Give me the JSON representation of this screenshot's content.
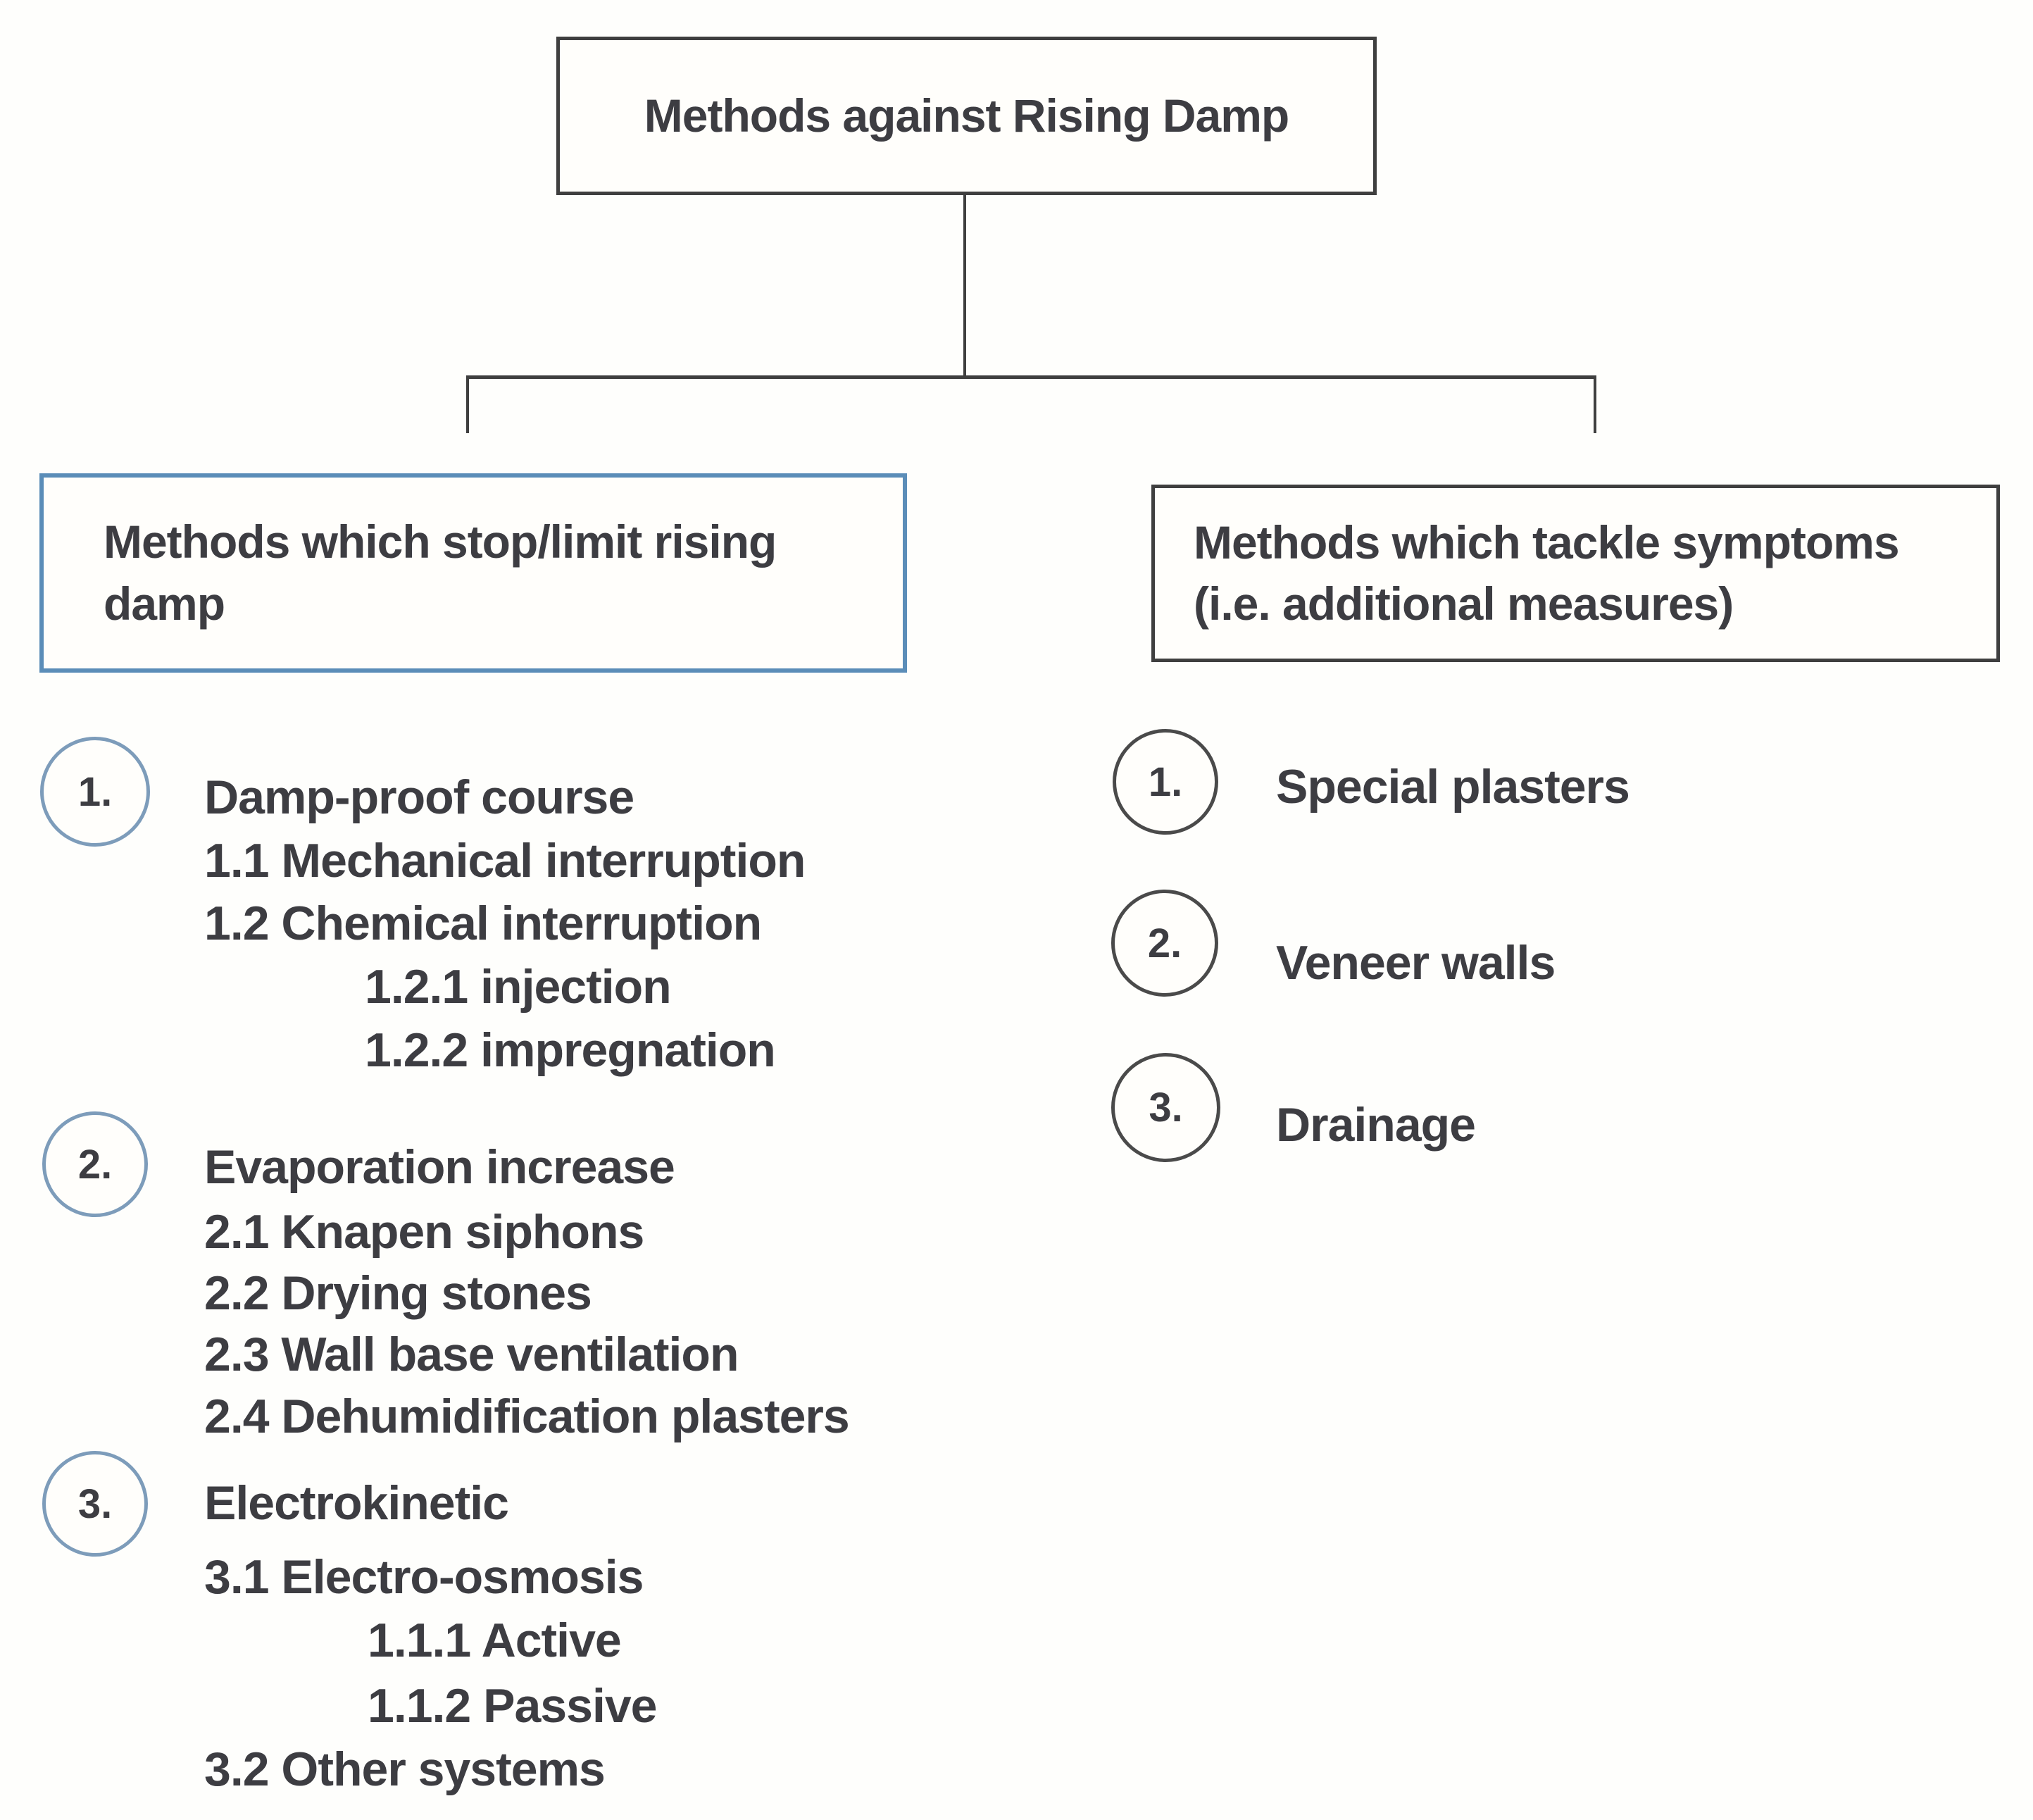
{
  "title_box": {
    "label": "Methods against Rising Damp"
  },
  "left_branch": {
    "box_label": "Methods which stop/limit rising damp",
    "sections": [
      {
        "num": "1.",
        "title": "Damp-proof course",
        "lines": [
          "1.1 Mechanical interruption",
          "1.2 Chemical interruption",
          "1.2.1 injection",
          "1.2.2 impregnation"
        ]
      },
      {
        "num": "2.",
        "title": "Evaporation increase",
        "lines": [
          "2.1 Knapen siphons",
          "2.2 Drying stones",
          "2.3 Wall base ventilation",
          "2.4 Dehumidification plasters"
        ]
      },
      {
        "num": "3.",
        "title": "Electrokinetic",
        "lines": [
          "3.1 Electro-osmosis",
          "1.1.1 Active",
          "1.1.2 Passive",
          "3.2 Other systems"
        ]
      }
    ]
  },
  "right_branch": {
    "box_label": "Methods which tackle symptoms (i.e. additional measures)",
    "items": [
      {
        "num": "1.",
        "label": "Special plasters"
      },
      {
        "num": "2.",
        "label": "Veneer walls"
      },
      {
        "num": "3.",
        "label": "Drainage"
      }
    ]
  },
  "colors": {
    "outline": "#3f3f3f",
    "left_accent_box": "#5b8db8",
    "left_accent_circle": "#7d9cba",
    "text": "#3d3d42"
  }
}
